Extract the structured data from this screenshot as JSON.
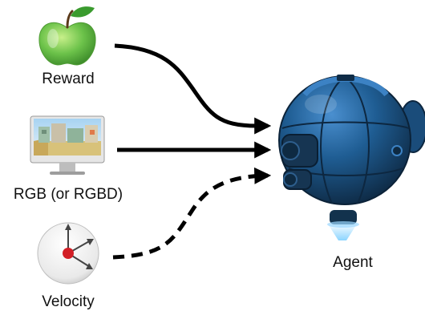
{
  "inputs": [
    {
      "label": "Reward",
      "icon": "apple-icon",
      "arrow_style": "solid"
    },
    {
      "label": "RGB (or RGBD)",
      "icon": "monitor-icon",
      "arrow_style": "solid"
    },
    {
      "label": "Velocity",
      "icon": "velocity-dial-icon",
      "arrow_style": "dashed"
    }
  ],
  "target": {
    "label": "Agent",
    "icon": "robot-sphere-icon"
  },
  "colors": {
    "arrow": "#000000",
    "apple": "#6cc24a",
    "robot_body": "#1f5d93",
    "robot_dark": "#163552",
    "dial_dot": "#d21f26",
    "beam": "#aee4ff"
  }
}
